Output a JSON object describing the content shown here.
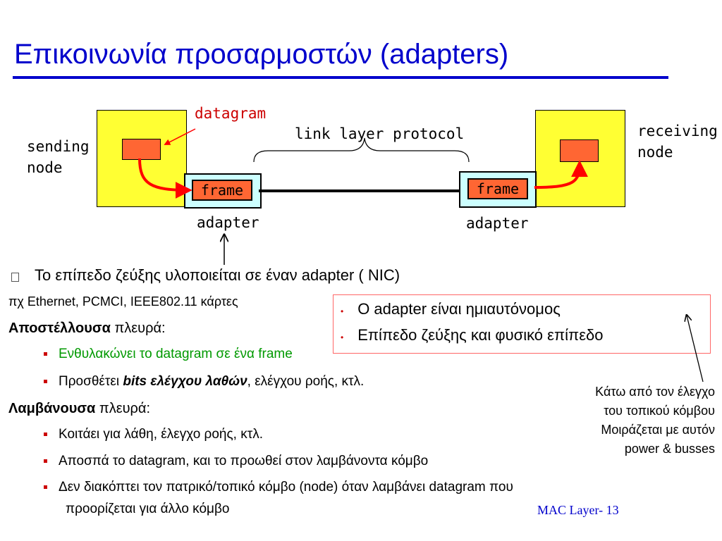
{
  "slide": {
    "title": "Επικοινωνία προσαρμοστών (adapters)",
    "footer": "MAC Layer- 13"
  },
  "diagram": {
    "datagram_label": "datagram",
    "sending_node": [
      "sending",
      "node"
    ],
    "receiving_node": [
      "receiving",
      "node"
    ],
    "link_layer_protocol": "link layer protocol",
    "frame_left": "frame",
    "frame_right": "frame",
    "adapter_left": "adapter",
    "adapter_right": "adapter"
  },
  "content": {
    "main_bullet": "Το επίπεδο ζεύξης υλοποιείται σε έναν adapter ( NIC)",
    "example": "πχ Ethernet, PCMCI, IEEE802.11 κάρτες",
    "sending_heading_bold": "Αποστέλλουσα",
    "sending_heading_rest": " πλευρά:",
    "sending_items": {
      "item1": "Ενθυλακώνει το datagram σε ένα frame",
      "item2_pre": "Προσθέτει ",
      "item2_bold": "bits ελέγχου λαθών",
      "item2_post": ", ελέγχου ροής, κτλ."
    },
    "receiving_heading_bold": "Λαμβάνουσα",
    "receiving_heading_rest": " πλευρά:",
    "receiving_items": [
      "Κοιτάει για λάθη, έλεγχο ροής, κτλ.",
      "Αποσπά το datagram, και το προωθεί στον λαμβάνοντα κόμβο",
      "Δεν διακόπτει τον πατρικό/τοπικό κόμβο (node) όταν λαμβάνει datagram που",
      "προορίζεται για άλλο κόμβο"
    ]
  },
  "info_box": {
    "lines": [
      "O adapter είναι ημιαυτόνομος",
      "Επίπεδο ζεύξης και φυσικό επίπεδο"
    ]
  },
  "right_note": {
    "lines": [
      "Κάτω από τον έλεγχο",
      "του τοπικού κόμβου",
      "Μοιράζεται με αυτόν",
      "power & busses"
    ]
  },
  "colors": {
    "title_blue": "#0000cc",
    "node_yellow": "#ffff33",
    "datagram_orange": "#ff6633",
    "adapter_cyan": "#ccffff",
    "arrow_red": "#ff0000",
    "label_red": "#cc0000",
    "green_text": "#009900"
  }
}
